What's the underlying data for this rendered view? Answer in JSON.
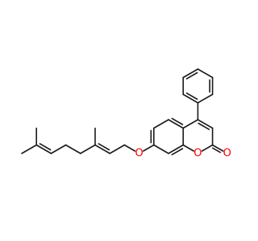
{
  "molecule": {
    "atom_labels": [
      {
        "id": "o-ether",
        "text": "O"
      },
      {
        "id": "o-ring",
        "text": "O"
      },
      {
        "id": "o-carbonyl",
        "text": "O"
      }
    ],
    "colors": {
      "carbon_bonds": "#1a1a1a",
      "oxygen": "#ff0000",
      "background": "#ffffff"
    }
  }
}
